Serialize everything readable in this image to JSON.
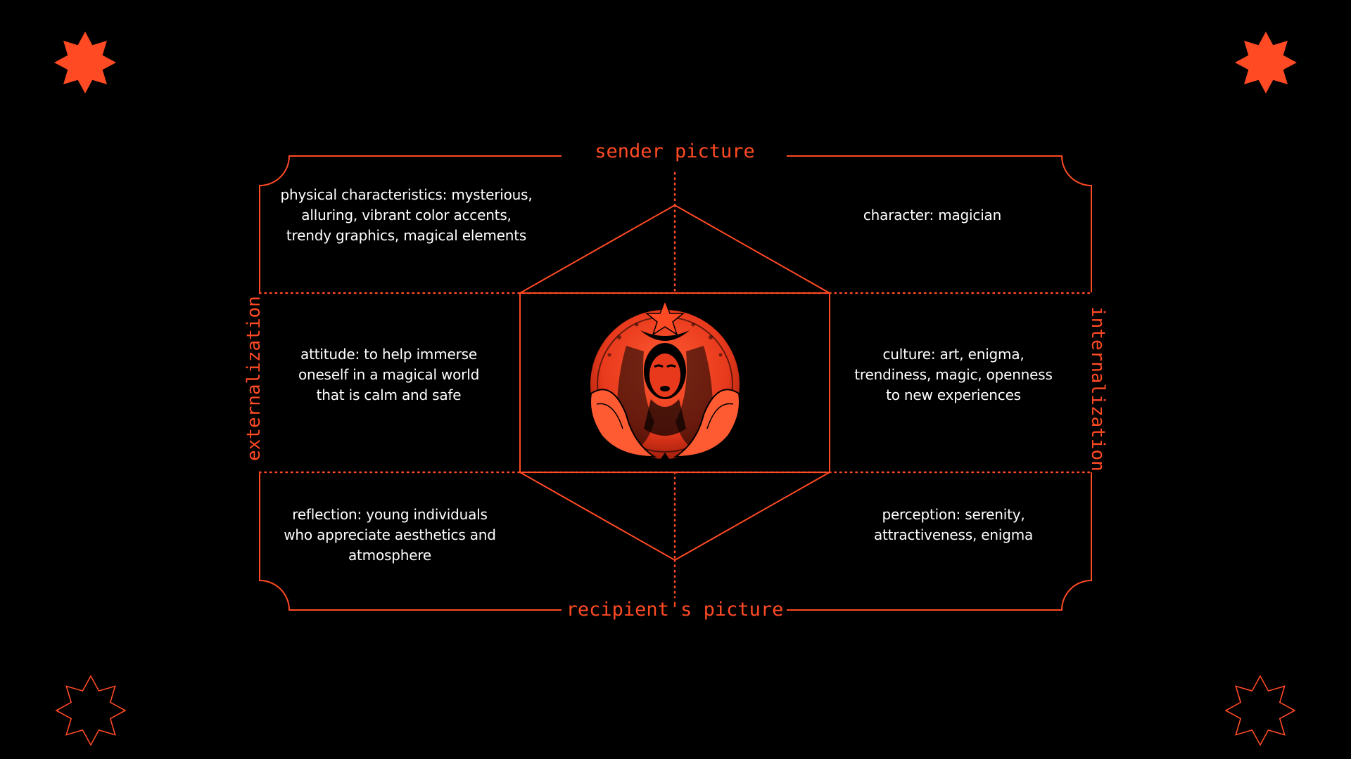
{
  "colors": {
    "accent": "#ff4a24",
    "background": "#000000",
    "text": "#ffffff"
  },
  "labels": {
    "top": "sender picture",
    "bottom": "recipient's picture",
    "left": "externalization",
    "right": "internalization"
  },
  "cells": {
    "top_left": "physical characteristics: mysterious,\nalluring, vibrant color accents,\ntrendy graphics, magical elements",
    "top_right": "character: magician",
    "middle_left": "attitude: to help immerse\noneself in a magical world\nthat is calm and safe",
    "middle_right": "culture: art, enigma,\ntrendiness, magic, openness\nto new experiences",
    "bottom_left": "reflection: young individuals\nwho appreciate aesthetics and\natmosphere",
    "bottom_right": "perception: serenity,\nattractiveness, enigma"
  },
  "icons": {
    "corner_top_left": "star-filled-icon",
    "corner_top_right": "star-filled-icon",
    "corner_bottom_left": "star-outline-icon",
    "corner_bottom_right": "star-outline-icon",
    "center": "sorceress-emblem-icon"
  }
}
